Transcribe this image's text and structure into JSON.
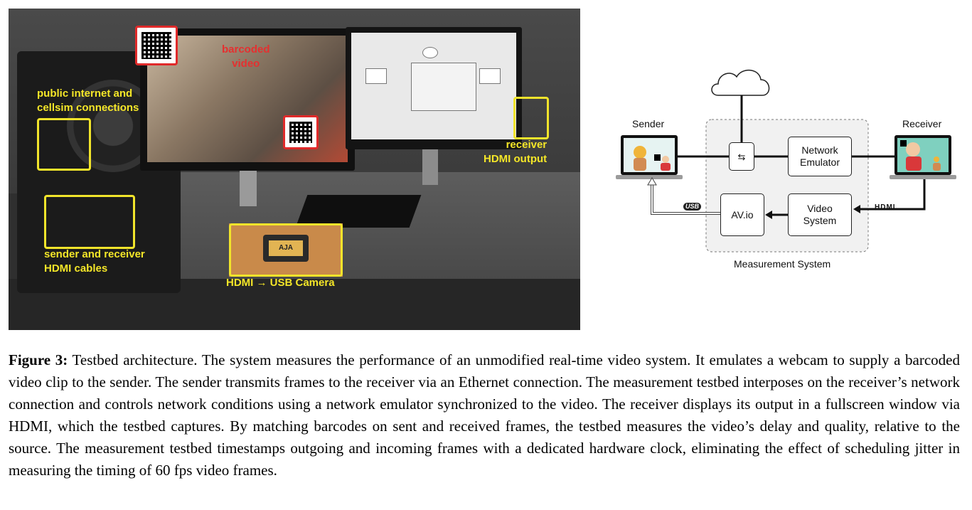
{
  "photo": {
    "labels": {
      "barcoded_video": "barcoded\nvideo",
      "public_internet": "public internet and\ncellsim connections",
      "receiver_output": "receiver\nHDMI output",
      "hdmi_cables": "sender and receiver\nHDMI cables",
      "usb_camera": "HDMI → USB Camera"
    },
    "colors": {
      "highlight": "#f1e42b",
      "barcode": "#e02a2a"
    },
    "device_logo": "AJA"
  },
  "diagram": {
    "sender_label": "Sender",
    "receiver_label": "Receiver",
    "network_emulator": "Network\nEmulator",
    "video_system": "Video\nSystem",
    "avio": "AV.io",
    "switch_symbol": "⇆",
    "usb_tag": "USB",
    "hdmi_tag": "HDMI",
    "system_label": "Measurement System"
  },
  "caption": {
    "figure_label": "Figure 3:",
    "text": "Testbed architecture. The system measures the performance of an unmodified real-time video system. It emulates a webcam to supply a barcoded video clip to the sender. The sender transmits frames to the receiver via an Ethernet connection. The measurement testbed interposes on the receiver’s network connection and controls network conditions using a network emulator synchronized to the video. The receiver displays its output in a fullscreen window via HDMI, which the testbed captures. By matching barcodes on sent and received frames, the testbed measures the video’s delay and quality, relative to the source. The measurement testbed timestamps outgoing and incoming frames with a dedicated hardware clock, eliminating the effect of scheduling jitter in measuring the timing of 60 fps video frames."
  }
}
